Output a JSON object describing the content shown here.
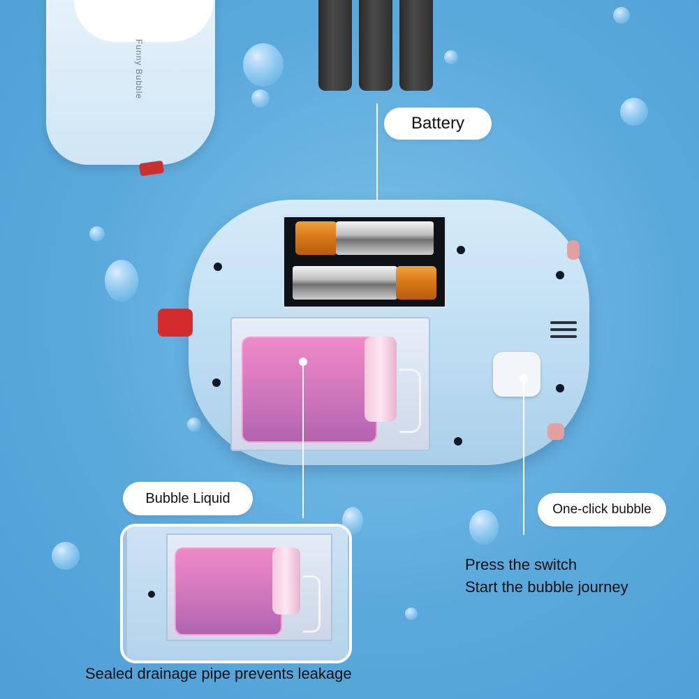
{
  "product": {
    "brand_text": "Funny Bubble"
  },
  "callouts": {
    "battery": "Battery",
    "bubble_liquid": "Bubble Liquid",
    "one_click": "One-click bubble",
    "switch_line1": "Press the switch",
    "switch_line2": "Start the bubble journey",
    "sealed": "Sealed drainage pipe prevents leakage"
  },
  "colors": {
    "background": "#5aa9dc",
    "device_body": "#c9e3f6",
    "accent_red": "#d42c2c",
    "liquid_pink": "#e06bb7",
    "battery_orange": "#e08a23"
  }
}
